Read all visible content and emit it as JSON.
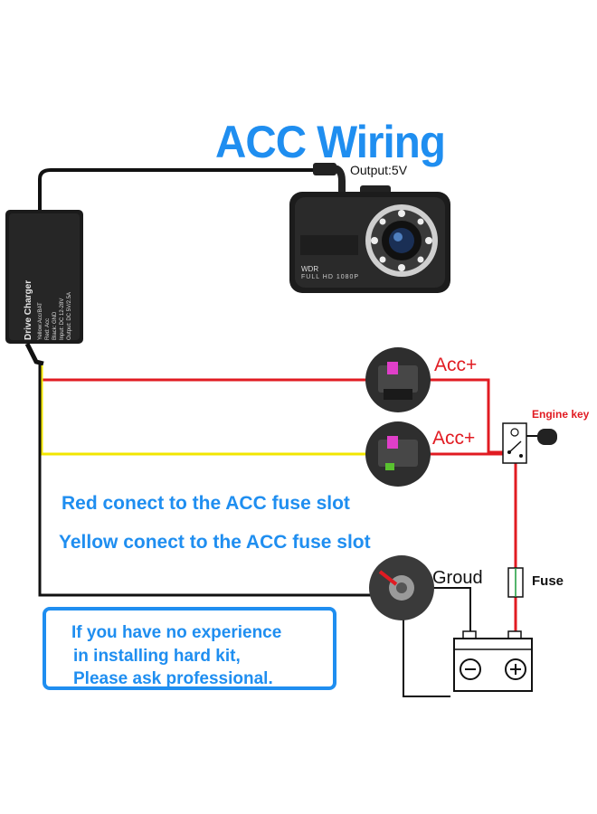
{
  "title": "ACC Wiring",
  "output_label": "Output:5V",
  "charger": {
    "title": "Drive Charger",
    "line1": "Yellow:Acc/BAT",
    "line2": "Red: Acc",
    "line3": "Black: GND",
    "input_spec": "Input: DC 12-28V",
    "output_spec": "Output: DC 5V/2.5A"
  },
  "camera": {
    "badge": "WDR",
    "resolution": "FULL HD 1080P"
  },
  "labels": {
    "acc_top": "Acc+",
    "acc_bottom": "Acc+",
    "engine_key": "Engine key",
    "ground": "Groud",
    "fuse": "Fuse"
  },
  "notes": {
    "red": "Red conect to the ACC fuse slot",
    "yellow": "Yellow conect to the ACC fuse slot"
  },
  "notice": {
    "line1": "If you have no experience",
    "line2": "in installing hard kit,",
    "line3": "Please ask professional."
  },
  "battery": {
    "minus": "⊖",
    "plus": "⊕"
  },
  "colors": {
    "title_blue": "#1f8ef0",
    "red_wire": "#e11b22",
    "yellow_wire": "#f2e600",
    "black_wire": "#111111"
  }
}
